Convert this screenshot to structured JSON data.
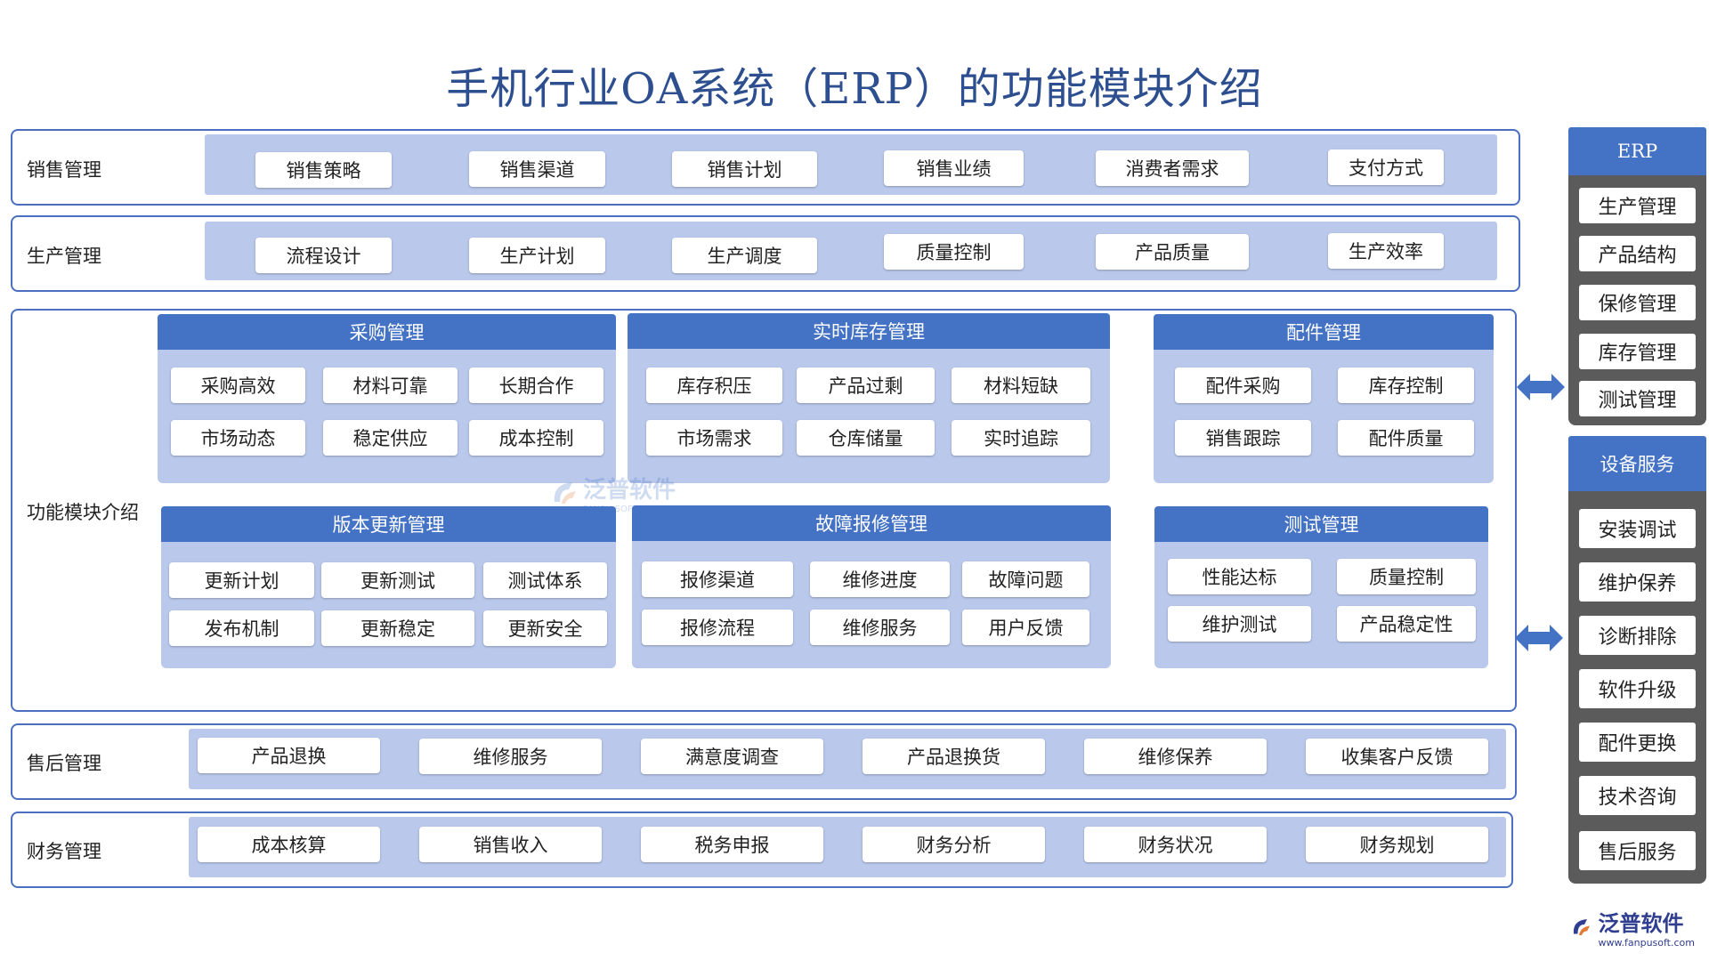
{
  "title": "手机行业OA系统（ERP）的功能模块介绍",
  "rows": [
    {
      "label": "销售管理",
      "items": [
        "销售策略",
        "销售渠道",
        "销售计划",
        "销售业绩",
        "消费者需求",
        "支付方式"
      ]
    },
    {
      "label": "生产管理",
      "items": [
        "流程设计",
        "生产计划",
        "生产调度",
        "质量控制",
        "产品质量",
        "生产效率"
      ]
    },
    {
      "label": "功能模块介绍"
    },
    {
      "label": "售后管理",
      "items": [
        "产品退换",
        "维修服务",
        "满意度调查",
        "产品退换货",
        "维修保养",
        "收集客户反馈"
      ]
    },
    {
      "label": "财务管理",
      "items": [
        "成本核算",
        "销售收入",
        "税务申报",
        "财务分析",
        "财务状况",
        "财务规划"
      ]
    }
  ],
  "modules": [
    {
      "title": "采购管理",
      "items": [
        "采购高效",
        "材料可靠",
        "长期合作",
        "市场动态",
        "稳定供应",
        "成本控制"
      ]
    },
    {
      "title": "实时库存管理",
      "items": [
        "库存积压",
        "产品过剩",
        "材料短缺",
        "市场需求",
        "仓库储量",
        "实时追踪"
      ]
    },
    {
      "title": "配件管理",
      "items": [
        "配件采购",
        "库存控制",
        "销售跟踪",
        "配件质量"
      ]
    },
    {
      "title": "版本更新管理",
      "items": [
        "更新计划",
        "更新测试",
        "测试体系",
        "发布机制",
        "更新稳定",
        "更新安全"
      ]
    },
    {
      "title": "故障报修管理",
      "items": [
        "报修渠道",
        "维修进度",
        "故障问题",
        "报修流程",
        "维修服务",
        "用户反馈"
      ]
    },
    {
      "title": "测试管理",
      "items": [
        "性能达标",
        "质量控制",
        "维护测试",
        "产品稳定性"
      ]
    }
  ],
  "erp_panel": {
    "title": "ERP",
    "items": [
      "生产管理",
      "产品结构",
      "保修管理",
      "库存管理",
      "测试管理"
    ]
  },
  "service_panel": {
    "title": "设备服务",
    "items": [
      "安装调试",
      "维护保养",
      "诊断排除",
      "软件升级",
      "配件更换",
      "技术咨询",
      "售后服务"
    ]
  },
  "watermark": {
    "text": "泛普软件",
    "sub": "FANPU SOFTWARE"
  },
  "logo": {
    "text": "泛普软件",
    "url": "www.fanpusoft.com"
  },
  "colors": {
    "title": "#2e4f8f",
    "border": "#4a6fc0",
    "header": "#4472c4",
    "strip": "#b9c8eb",
    "panel": "#5b5b5b"
  }
}
